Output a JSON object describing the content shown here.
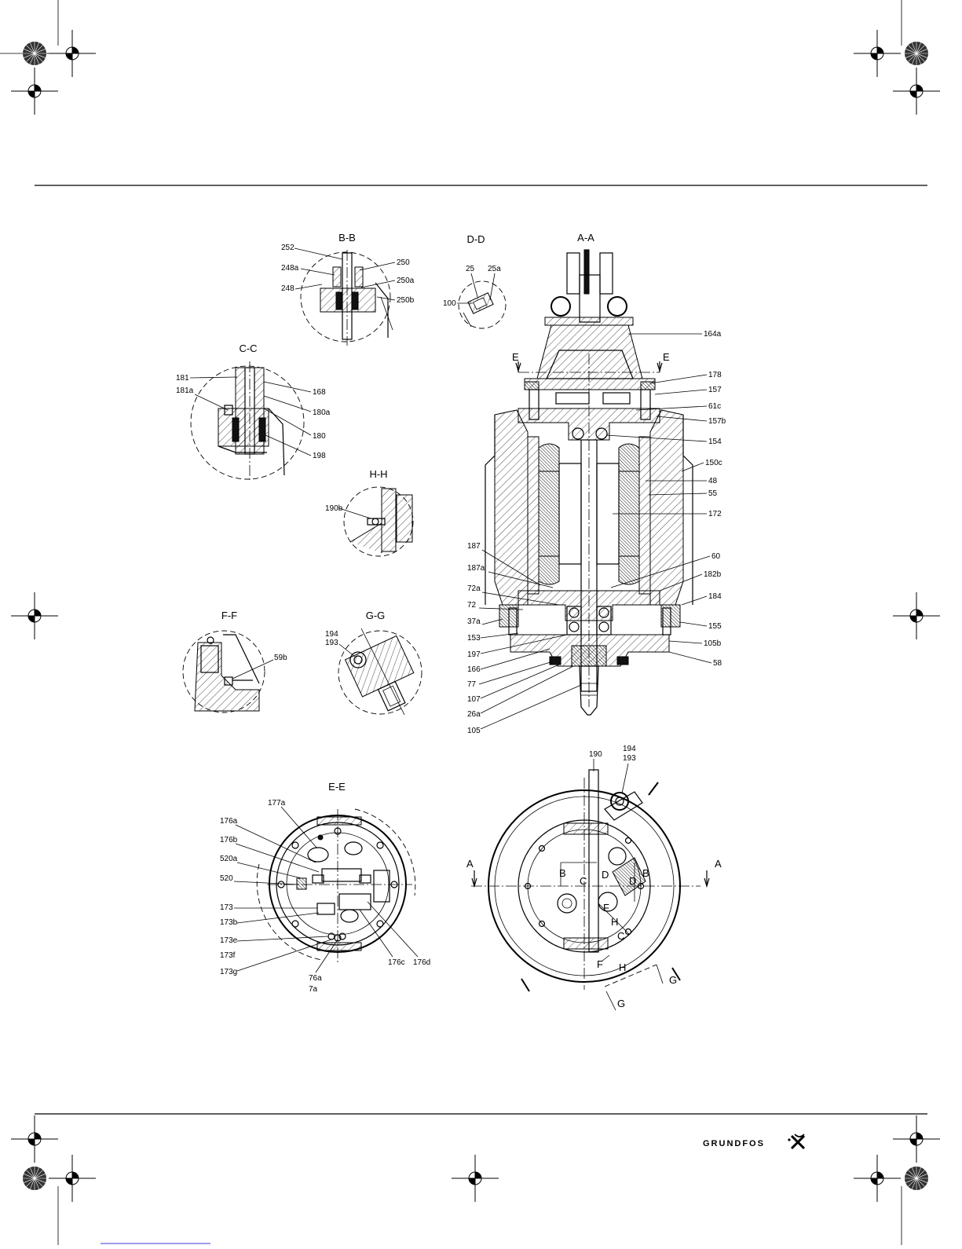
{
  "brand": {
    "logo_text": "GRUNDFOS"
  },
  "sections": {
    "bb": "B-B",
    "dd": "D-D",
    "aa": "A-A",
    "cc": "C-C",
    "hh": "H-H",
    "ff": "F-F",
    "gg": "G-G",
    "ee": "E-E"
  },
  "labels": {
    "bb": [
      "252",
      "248a",
      "248",
      "250",
      "250a",
      "250b"
    ],
    "dd": [
      "25",
      "25a",
      "100"
    ],
    "cc": [
      "181",
      "181a",
      "168",
      "180a",
      "180",
      "198"
    ],
    "hh": [
      "190b"
    ],
    "ff": [
      "59b"
    ],
    "gg": [
      "194",
      "193"
    ],
    "aa_right": [
      "164a",
      "178",
      "157",
      "61c",
      "157b",
      "154",
      "150c",
      "48",
      "55",
      "172",
      "60",
      "182b",
      "184",
      "155",
      "105b",
      "58"
    ],
    "aa_left": [
      "187",
      "187a",
      "72a",
      "72",
      "37a",
      "153",
      "197",
      "166",
      "77",
      "107",
      "26a",
      "105"
    ],
    "ee": [
      "177a",
      "176a",
      "176b",
      "520a",
      "520",
      "173",
      "173b",
      "173e",
      "173f",
      "173g",
      "76a",
      "7a",
      "176c",
      "176d"
    ],
    "top_view": [
      "190",
      "194",
      "193"
    ],
    "cut_markers": {
      "e_left": "E",
      "e_right": "E",
      "a_left": "A",
      "a_right": "A",
      "b_left": "B",
      "b_right": "B",
      "c_1": "C",
      "c_2": "C",
      "d_1": "D",
      "d_2": "D",
      "f_1": "F",
      "f_2": "F",
      "h_1": "H",
      "h_2": "H",
      "g_1": "G",
      "g_2": "G"
    }
  }
}
